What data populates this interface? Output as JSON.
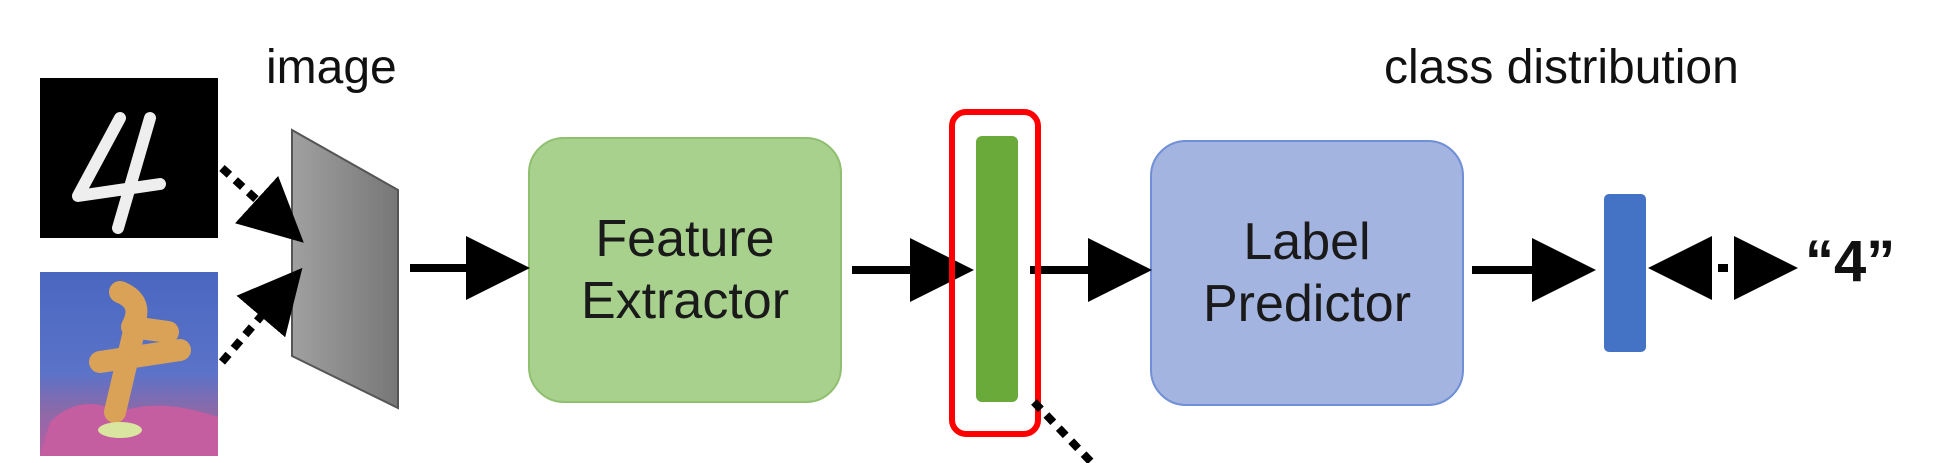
{
  "labels": {
    "image": "image",
    "class_distribution": "class distribution",
    "prediction": "“4”"
  },
  "blocks": {
    "feature_extractor": {
      "line1": "Feature",
      "line2": "Extractor"
    },
    "label_predictor": {
      "line1": "Label",
      "line2": "Predictor"
    }
  },
  "colors": {
    "feature_extractor_fill": "#a9d18e",
    "feature_extractor_border": "#8fbf6f",
    "label_predictor_fill": "#a4b4e0",
    "label_predictor_border": "#6f8fd6",
    "feature_vector": "#6aaa3a",
    "class_vector": "#4472c4",
    "highlight": "#ff0000",
    "projection_plane": "#8c8c8c"
  },
  "inputs": [
    {
      "kind": "digit",
      "depicts": "handwritten digit 4 (MNIST)"
    },
    {
      "kind": "photo",
      "depicts": "colored digit 4 (MNIST-M)"
    }
  ]
}
